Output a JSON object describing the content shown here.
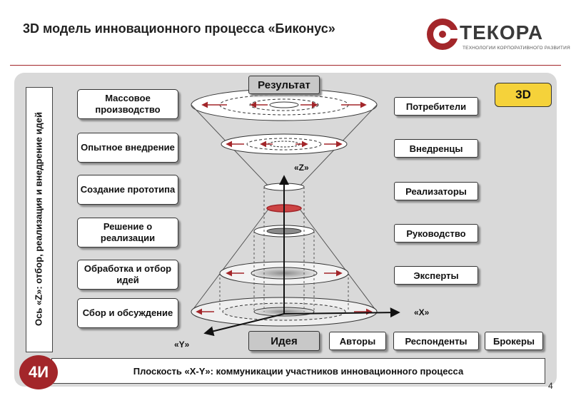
{
  "title": "3D модель инновационного процесса «Биконус»",
  "logo": {
    "name": "ТЕКОРА",
    "tagline": "ТЕХНОЛОГИИ КОРПОРАТИВНОГО РАЗВИТИЯ"
  },
  "z_axis_caption": "Ось «Z»:  отбор, реализация и внедрение идей",
  "plane_caption": "Плоскость «X-Y»: коммуникации  участников  инновационного процесса",
  "badge_4i": "4И",
  "badge_3d": "3D",
  "page_number": "4",
  "top_label": "Результат",
  "bottom_label": "Идея",
  "axis_labels": {
    "z": "«Z»",
    "x": "«X»",
    "y": "«Y»"
  },
  "stages": [
    "Массовое производство",
    "Опытное внедрение",
    "Создание прототипа",
    "Решение о реализации",
    "Обработка и отбор идей",
    "Сбор и обсуждение"
  ],
  "participants": [
    "Потребители",
    "Внедренцы",
    "Реализаторы",
    "Руководство",
    "Эксперты"
  ],
  "bottom_participants": [
    "Авторы",
    "Респонденты",
    "Брокеры"
  ],
  "colors": {
    "accent": "#a3262a",
    "highlight": "#f5d23a",
    "panel": "#d9d9d9"
  }
}
